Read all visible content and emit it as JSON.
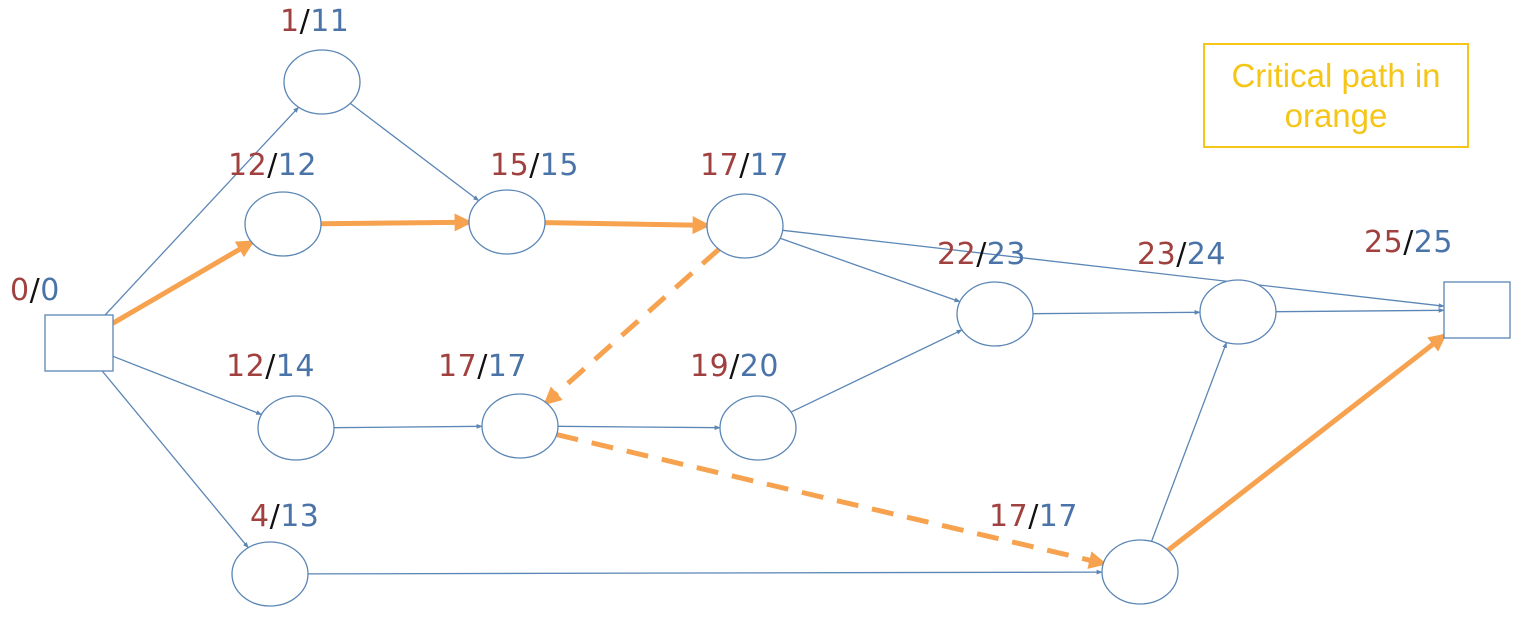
{
  "colors": {
    "early": "#a0413f",
    "sep": "#111111",
    "late": "#4a73a8",
    "edge": "#5b86b5",
    "critical": "#f6a24f",
    "legend": "#f5c518"
  },
  "legend": {
    "text": "Critical path in orange"
  },
  "nodes": [
    {
      "id": "n_start",
      "shape": "rect",
      "early": "0",
      "late": "0"
    },
    {
      "id": "n_a",
      "shape": "ellipse",
      "early": "1",
      "late": "11"
    },
    {
      "id": "n_b",
      "shape": "ellipse",
      "early": "12",
      "late": "12"
    },
    {
      "id": "n_c",
      "shape": "ellipse",
      "early": "12",
      "late": "14"
    },
    {
      "id": "n_d",
      "shape": "ellipse",
      "early": "4",
      "late": "13"
    },
    {
      "id": "n_e",
      "shape": "ellipse",
      "early": "15",
      "late": "15"
    },
    {
      "id": "n_f",
      "shape": "ellipse",
      "early": "17",
      "late": "17"
    },
    {
      "id": "n_g",
      "shape": "ellipse",
      "early": "17",
      "late": "17"
    },
    {
      "id": "n_h",
      "shape": "ellipse",
      "early": "19",
      "late": "20"
    },
    {
      "id": "n_i",
      "shape": "ellipse",
      "early": "22",
      "late": "23"
    },
    {
      "id": "n_j",
      "shape": "ellipse",
      "early": "23",
      "late": "24"
    },
    {
      "id": "n_k",
      "shape": "ellipse",
      "early": "17",
      "late": "17"
    },
    {
      "id": "n_end",
      "shape": "rect",
      "early": "25",
      "late": "25"
    }
  ],
  "edges": [
    {
      "from": "n_start",
      "to": "n_a",
      "critical": false,
      "dashed": false
    },
    {
      "from": "n_start",
      "to": "n_b",
      "critical": true,
      "dashed": false
    },
    {
      "from": "n_start",
      "to": "n_c",
      "critical": false,
      "dashed": false
    },
    {
      "from": "n_start",
      "to": "n_d",
      "critical": false,
      "dashed": false
    },
    {
      "from": "n_a",
      "to": "n_e",
      "critical": false,
      "dashed": false
    },
    {
      "from": "n_b",
      "to": "n_e",
      "critical": true,
      "dashed": false
    },
    {
      "from": "n_e",
      "to": "n_f",
      "critical": true,
      "dashed": false
    },
    {
      "from": "n_f",
      "to": "n_i",
      "critical": false,
      "dashed": false
    },
    {
      "from": "n_f",
      "to": "n_end",
      "critical": false,
      "dashed": false
    },
    {
      "from": "n_f",
      "to": "n_g",
      "critical": true,
      "dashed": true
    },
    {
      "from": "n_c",
      "to": "n_g",
      "critical": false,
      "dashed": false
    },
    {
      "from": "n_g",
      "to": "n_h",
      "critical": false,
      "dashed": false
    },
    {
      "from": "n_g",
      "to": "n_k",
      "critical": true,
      "dashed": true
    },
    {
      "from": "n_h",
      "to": "n_i",
      "critical": false,
      "dashed": false
    },
    {
      "from": "n_i",
      "to": "n_j",
      "critical": false,
      "dashed": false
    },
    {
      "from": "n_j",
      "to": "n_end",
      "critical": false,
      "dashed": false
    },
    {
      "from": "n_d",
      "to": "n_k",
      "critical": false,
      "dashed": false
    },
    {
      "from": "n_k",
      "to": "n_j",
      "critical": false,
      "dashed": false
    },
    {
      "from": "n_k",
      "to": "n_end",
      "critical": true,
      "dashed": false
    }
  ]
}
